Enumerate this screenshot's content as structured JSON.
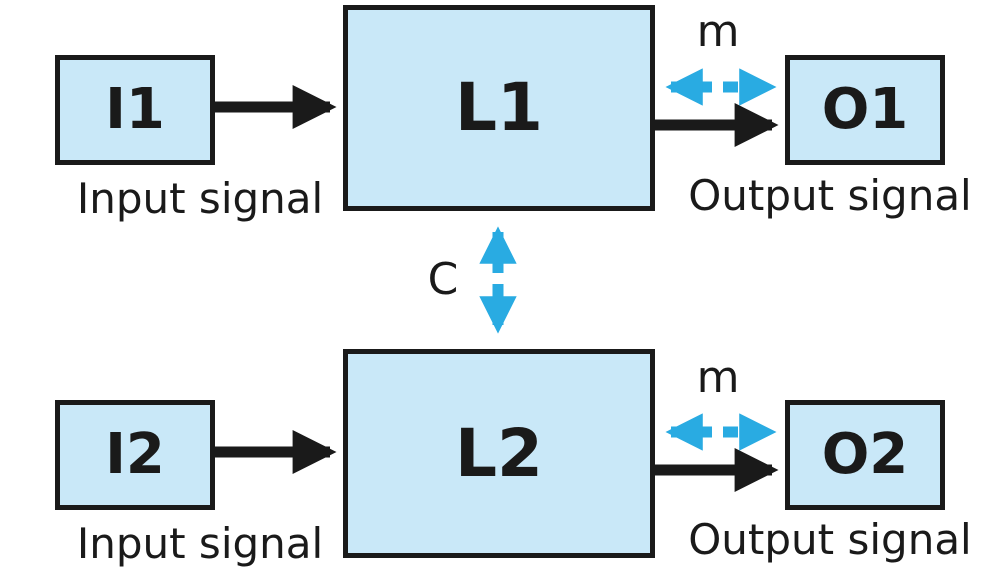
{
  "colors": {
    "background": "#ffffff",
    "box-fill": "#c9e8f8",
    "box-border": "#1a1a1a",
    "arrow": "#1a1a1a",
    "dashed-arrow": "#29abe2",
    "text": "#1a1a1a"
  },
  "diagram": {
    "top": {
      "input_box": "I1",
      "system_box": "L1",
      "output_box": "O1",
      "input_caption": "Input signal",
      "output_caption": "Output signal",
      "measurement_label": "m"
    },
    "bottom": {
      "input_box": "I2",
      "system_box": "L2",
      "output_box": "O2",
      "input_caption": "Input signal",
      "output_caption": "Output signal",
      "measurement_label": "m"
    },
    "coupling_label": "C"
  }
}
